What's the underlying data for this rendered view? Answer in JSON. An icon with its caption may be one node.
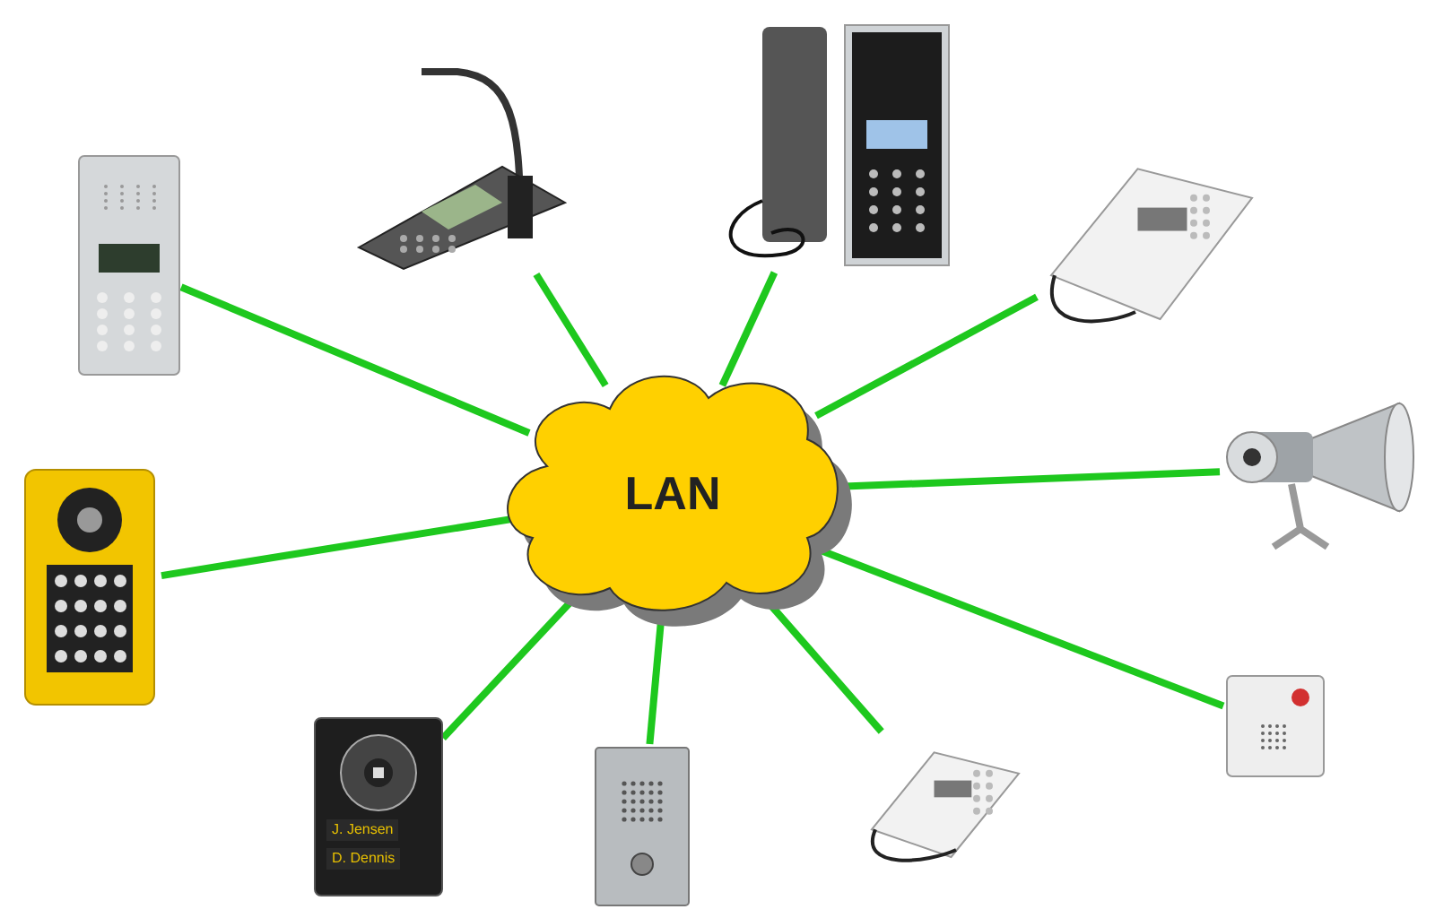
{
  "diagram": {
    "nodes": [
      {
        "text": [
          "LAN"
        ]
      },
      {
        "text": [],
        "shape": "picture"
      },
      {
        "text": [],
        "shape": "picture"
      },
      {
        "text": [],
        "shape": "picture"
      },
      {
        "text": [],
        "shape": "picture"
      },
      {
        "text": [],
        "shape": "picture"
      },
      {
        "text": [],
        "shape": "picture"
      },
      {
        "text": [
          "J. Jensen",
          "D. Dennis"
        ]
      },
      {
        "text": [],
        "shape": "picture"
      },
      {
        "text": [],
        "shape": "picture"
      },
      {
        "text": [],
        "shape": "picture"
      }
    ],
    "edges": [
      {
        "from": 0,
        "to": 1,
        "arrow": "none"
      },
      {
        "from": 0,
        "to": 2,
        "arrow": "none"
      },
      {
        "from": 0,
        "to": 3,
        "arrow": "none"
      },
      {
        "from": 0,
        "to": 4,
        "arrow": "none"
      },
      {
        "from": 0,
        "to": 5,
        "arrow": "none"
      },
      {
        "from": 0,
        "to": 6,
        "arrow": "none"
      },
      {
        "from": 0,
        "to": 7,
        "arrow": "none"
      },
      {
        "from": 0,
        "to": 8,
        "arrow": "none"
      },
      {
        "from": 0,
        "to": 9,
        "arrow": "none"
      },
      {
        "from": 0,
        "to": 10,
        "arrow": "none"
      }
    ]
  }
}
